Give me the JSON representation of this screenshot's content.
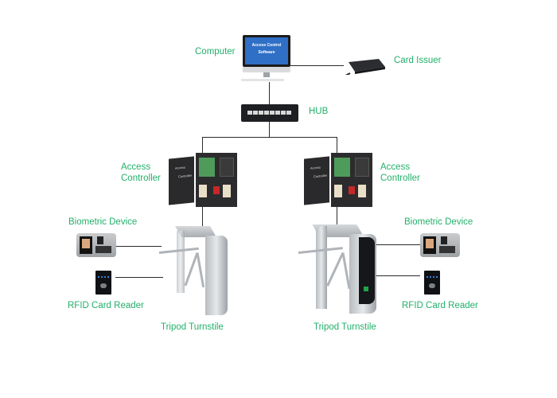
{
  "diagram": {
    "title": "Access Control System Topology",
    "accent_color": "#22b06a",
    "nodes": {
      "computer": {
        "label": "Computer",
        "screen_line1": "Access Control",
        "screen_line2": "Software",
        "icon": "desktop-monitor-icon"
      },
      "card_issuer": {
        "label": "Card Issuer",
        "icon": "card-issuer-icon"
      },
      "hub": {
        "label": "HUB",
        "icon": "network-switch-icon"
      },
      "left_controller": {
        "label_line1": "Access",
        "label_line2": "Controller",
        "door_text1": "Access",
        "door_text2": "Controller",
        "icon": "controller-cabinet-icon"
      },
      "right_controller": {
        "label_line1": "Access",
        "label_line2": "Controller",
        "door_text1": "Access",
        "door_text2": "Controller",
        "icon": "controller-cabinet-icon"
      },
      "left_biometric": {
        "label": "Biometric Device",
        "icon": "face-fingerprint-terminal-icon"
      },
      "left_rfid": {
        "label": "RFID Card Reader",
        "icon": "rfid-reader-icon"
      },
      "left_turnstile": {
        "label": "Tripod Turnstile",
        "icon": "tripod-turnstile-icon"
      },
      "right_biometric": {
        "label": "Biometric Device",
        "icon": "face-fingerprint-terminal-icon"
      },
      "right_rfid": {
        "label": "RFID Card Reader",
        "icon": "rfid-reader-icon"
      },
      "right_turnstile": {
        "label": "Tripod Turnstile",
        "icon": "tripod-turnstile-icon"
      }
    },
    "edges": [
      [
        "computer",
        "card_issuer"
      ],
      [
        "computer",
        "hub"
      ],
      [
        "hub",
        "left_controller"
      ],
      [
        "hub",
        "right_controller"
      ],
      [
        "left_controller",
        "left_turnstile"
      ],
      [
        "right_controller",
        "right_turnstile"
      ],
      [
        "left_biometric",
        "left_turnstile"
      ],
      [
        "left_rfid",
        "left_turnstile"
      ],
      [
        "right_biometric",
        "right_turnstile"
      ],
      [
        "right_rfid",
        "right_turnstile"
      ]
    ]
  }
}
